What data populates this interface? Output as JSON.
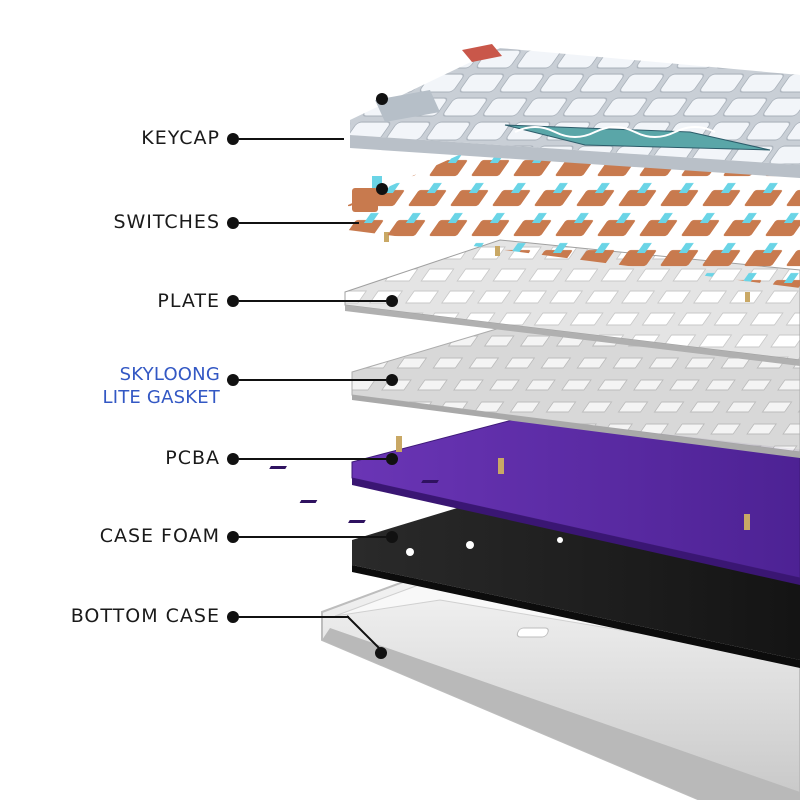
{
  "layers": [
    {
      "id": "keycap",
      "label": "KEYCAP"
    },
    {
      "id": "switches",
      "label": "SWITCHES"
    },
    {
      "id": "plate",
      "label": "PLATE"
    },
    {
      "id": "gasket",
      "label": "SKYLOONG\nLITE GASKET",
      "lines": [
        "SKYLOONG",
        "LITE GASKET"
      ]
    },
    {
      "id": "pcba",
      "label": "PCBA"
    },
    {
      "id": "case_foam",
      "label": "CASE FOAM"
    },
    {
      "id": "bottom_case",
      "label": "BOTTOM CASE"
    }
  ],
  "colors": {
    "label_text": "#1a1a1a",
    "accent_text": "#3358c4",
    "pcb": "#5a2aa0",
    "foam": "#1c1c1c",
    "case": "#dcdcdc",
    "keycap": "#eef2f7",
    "keycap_side": "#c9cfd6",
    "switch_housing": "#c87a4e",
    "switch_stem": "#6ad4e6",
    "plate": "#e6e6e6",
    "gasket": "#d2d2d2",
    "esc_key": "#c9574a"
  }
}
